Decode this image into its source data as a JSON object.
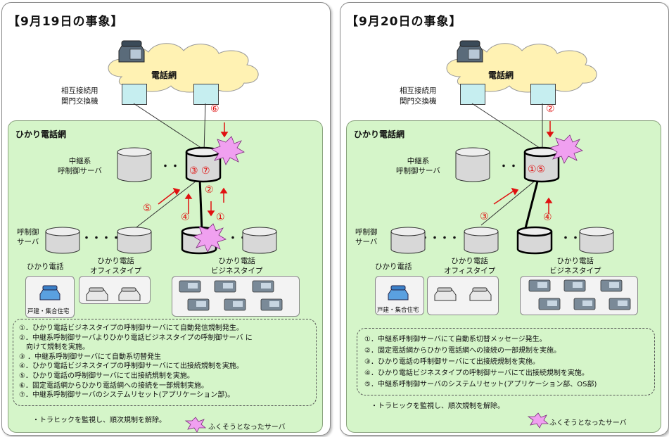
{
  "left": {
    "title": "【9月19日の事象】",
    "cloud_label": "電話網",
    "gateway_label": [
      "相互接続用",
      "関門交換機"
    ],
    "network_title": "ひかり電話網",
    "relay_label": [
      "中継系",
      "呼制御サーバ"
    ],
    "call_control_label": [
      "呼制御",
      "サーバ"
    ],
    "service_home": "ひかり電話",
    "service_office": [
      "ひかり電話",
      "オフィスタイプ"
    ],
    "service_business": [
      "ひかり電話",
      "ビジネスタイプ"
    ],
    "home_box_label": "戸建・集合住宅",
    "dots": "・・",
    "dots_long": "・・・・",
    "markers": {
      "m6": "⑥",
      "m37": "③ ⑦",
      "m2": "②",
      "m1": "①",
      "m5": "⑤",
      "m4": "④"
    },
    "notes": [
      "①．ひかり電話ビジネスタイプの呼制御サーバにて自動発信規制発生。",
      "②．中継系呼制御サーバよりひかり電話ビジネスタイプの呼制御サーバ に",
      "　向けて規制を実施。",
      "③ ．中継系呼制御サーバにて自動系切替発生",
      "④．ひかり電話ビジネスタイプの呼制御サーバにて出接続規制を実施。",
      "⑤．ひかり電話の呼制御サーバにて出接続規制を実施。",
      "⑥．固定電話網からひかり電話網への接続を一部規制実施。",
      "⑦．中継系呼制御サーバのシステムリセット(アプリケーション部)。"
    ],
    "traffic_note": "・トラヒックを監視し、順次規制を解除。",
    "legend_label": "ふくそうとなったサーバ"
  },
  "right": {
    "title": "【9月20日の事象】",
    "cloud_label": "電話網",
    "gateway_label": [
      "相互接続用",
      "関門交換機"
    ],
    "network_title": "ひかり電話網",
    "relay_label": [
      "中継系",
      "呼制御サーバ"
    ],
    "call_control_label": [
      "呼制御",
      "サーバ"
    ],
    "service_home": "ひかり電話",
    "service_office": [
      "ひかり電話",
      "オフィスタイプ"
    ],
    "service_business": [
      "ひかり電話",
      "ビジネスタイプ"
    ],
    "home_box_label": "戸建・集合住宅",
    "dots": "・・",
    "dots_long": "・・・・",
    "markers": {
      "m2": "②",
      "m15": "①⑤",
      "m3": "③",
      "m4": "④"
    },
    "notes": [
      "①．中継系呼制御サーバにて自動系切替メッセージ発生。",
      "②．固定電話網からひかり電話網への接続の一部規制を実施。",
      "③．ひかり電話の呼制御サーバにて出接続規制を実施。",
      "④．ひかり電話ビジネスタイプの呼制御サーバにて出接続規制を実施。",
      "⑤．中継系呼制御サーバのシステムリセット(アプリケーション部、OS部)"
    ],
    "traffic_note": "・トラヒックを監視し、順次規制を解除。",
    "legend_label": "ふくそうとなったサーバ"
  },
  "colors": {
    "network_bg": "#d5f5c9",
    "cloud": "#fff2b3",
    "gateway": "#c6eef0",
    "marker": "#e01010",
    "burst": "#f0a0f0"
  }
}
